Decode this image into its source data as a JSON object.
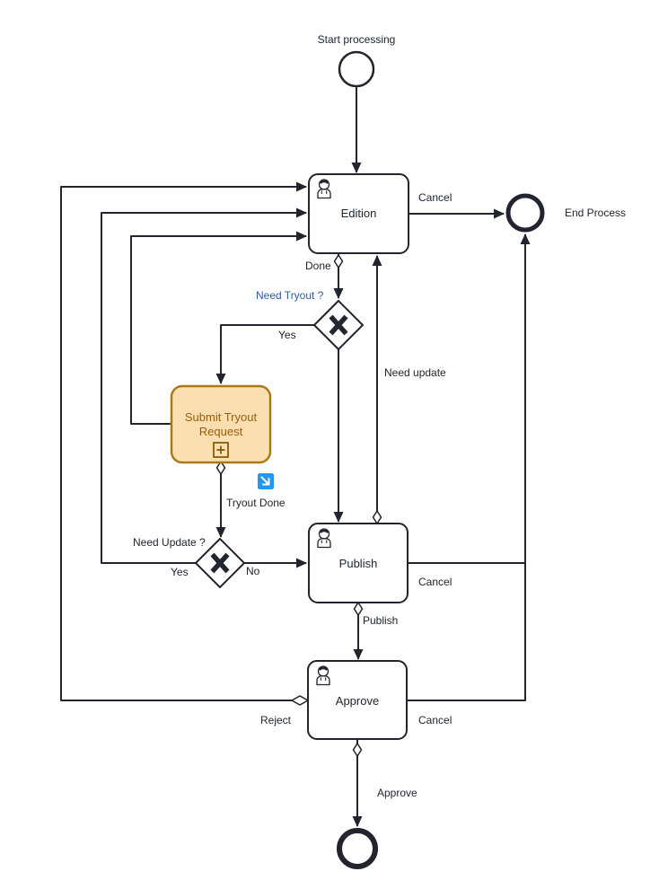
{
  "diagram_type": "bpmn-process",
  "colors": {
    "line": "#22242e",
    "task_fill": "#ffffff",
    "highlight_task_fill": "#fcdfb0",
    "highlight_task_stroke": "#ab7a17",
    "highlight_task_text": "#96600a",
    "gateway_question_blue": "#2a5da0",
    "drilldown_icon_blue": "#2196f3"
  },
  "nodes": {
    "start_event": {
      "label": "Start processing",
      "type": "start-event"
    },
    "edition_task": {
      "label": "Edition",
      "type": "user-task"
    },
    "end_process_event": {
      "label": "End Process",
      "type": "end-event"
    },
    "need_tryout_gateway": {
      "label": "Need Tryout ?",
      "type": "exclusive-gateway"
    },
    "submit_tryout_task": {
      "label": "Submit Tryout Request",
      "label_lines": [
        "Submit Tryout",
        "Request"
      ],
      "type": "collapsed-subprocess-user-task",
      "highlighted": true
    },
    "need_update_gateway": {
      "label": "Need Update ?",
      "type": "exclusive-gateway"
    },
    "publish_task": {
      "label": "Publish",
      "type": "user-task"
    },
    "approve_task": {
      "label": "Approve",
      "type": "user-task"
    },
    "final_end_event": {
      "label": "",
      "type": "end-event"
    }
  },
  "edges": {
    "start_to_edition": {
      "label": "",
      "from": "start_event",
      "to": "edition_task"
    },
    "edition_cancel": {
      "label": "Cancel",
      "from": "edition_task",
      "to": "end_process_event"
    },
    "edition_done": {
      "label": "Done",
      "from": "edition_task",
      "to": "need_tryout_gateway"
    },
    "tryout_yes": {
      "label": "Yes",
      "from": "need_tryout_gateway",
      "to": "submit_tryout_task"
    },
    "tryout_no_to_publish": {
      "label": "",
      "from": "need_tryout_gateway",
      "to": "publish_task"
    },
    "submit_back_to_edition": {
      "label": "",
      "from": "submit_tryout_task",
      "to": "edition_task"
    },
    "tryout_done": {
      "label": "Tryout Done",
      "from": "submit_tryout_task",
      "to": "need_update_gateway"
    },
    "update_yes": {
      "label": "Yes",
      "from": "need_update_gateway",
      "to": "edition_task"
    },
    "update_no": {
      "label": "No",
      "from": "need_update_gateway",
      "to": "publish_task"
    },
    "need_update_return": {
      "label": "Need update",
      "from": "publish_task",
      "to": "edition_task"
    },
    "publish_cancel": {
      "label": "Cancel",
      "from": "publish_task",
      "to": "end_process_event"
    },
    "publish_publish": {
      "label": "Publish",
      "from": "publish_task",
      "to": "approve_task"
    },
    "approve_reject": {
      "label": "Reject",
      "from": "approve_task",
      "to": "edition_task"
    },
    "approve_cancel": {
      "label": "Cancel",
      "from": "approve_task",
      "to": "end_process_event"
    },
    "approve_approve": {
      "label": "Approve",
      "from": "approve_task",
      "to": "final_end_event"
    }
  },
  "icons": {
    "user": "user-icon",
    "subprocess_plus": "plus-icon",
    "drilldown": "drilldown-arrow-icon"
  }
}
